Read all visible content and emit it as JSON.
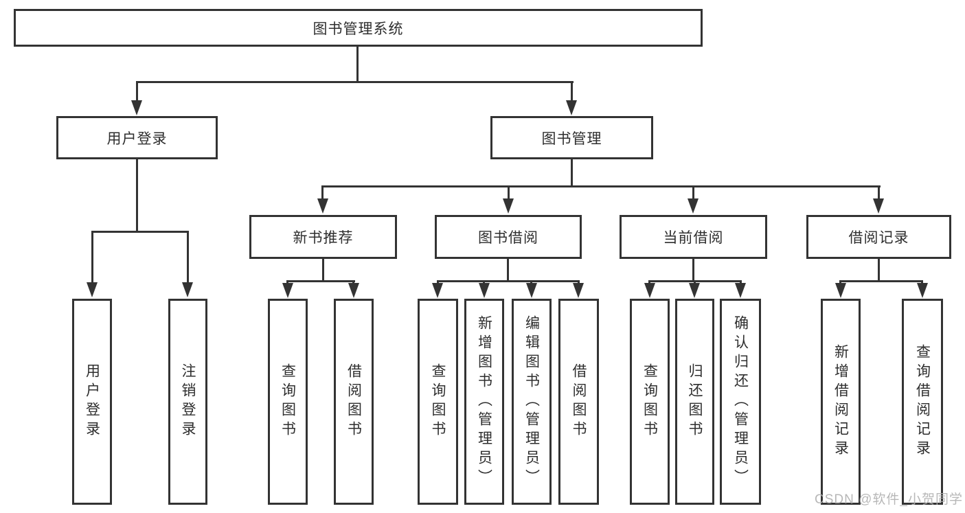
{
  "root": {
    "label": "图书管理系统"
  },
  "level2": {
    "user_login": {
      "label": "用户登录"
    },
    "book_mgmt": {
      "label": "图书管理"
    }
  },
  "level3": {
    "new_books": {
      "label": "新书推荐"
    },
    "book_borrow": {
      "label": "图书借阅"
    },
    "current_borrow": {
      "label": "当前借阅"
    },
    "borrow_records": {
      "label": "借阅记录"
    }
  },
  "leaves": {
    "login": {
      "label": "用户登录"
    },
    "logout": {
      "label": "注销登录"
    },
    "nb_query_books": {
      "label": "查询图书"
    },
    "nb_borrow_books": {
      "label": "借阅图书"
    },
    "bb_query_books": {
      "label": "查询图书"
    },
    "bb_add_books_admin": {
      "label": "新增图书（管理员）"
    },
    "bb_edit_books_admin": {
      "label": "编辑图书（管理员）"
    },
    "bb_borrow_books": {
      "label": "借阅图书"
    },
    "cb_query_books": {
      "label": "查询图书"
    },
    "cb_return_books": {
      "label": "归还图书"
    },
    "cb_confirm_return_admin": {
      "label": "确认归还（管理员）"
    },
    "br_add_record": {
      "label": "新增借阅记录"
    },
    "br_query_record": {
      "label": "查询借阅记录"
    }
  },
  "watermark": {
    "text": "CSDN @软件_小贺同学"
  },
  "colors": {
    "line": "#333333",
    "text": "#2e2e2e",
    "watermark": "#b0b0b0",
    "background": "#ffffff"
  }
}
